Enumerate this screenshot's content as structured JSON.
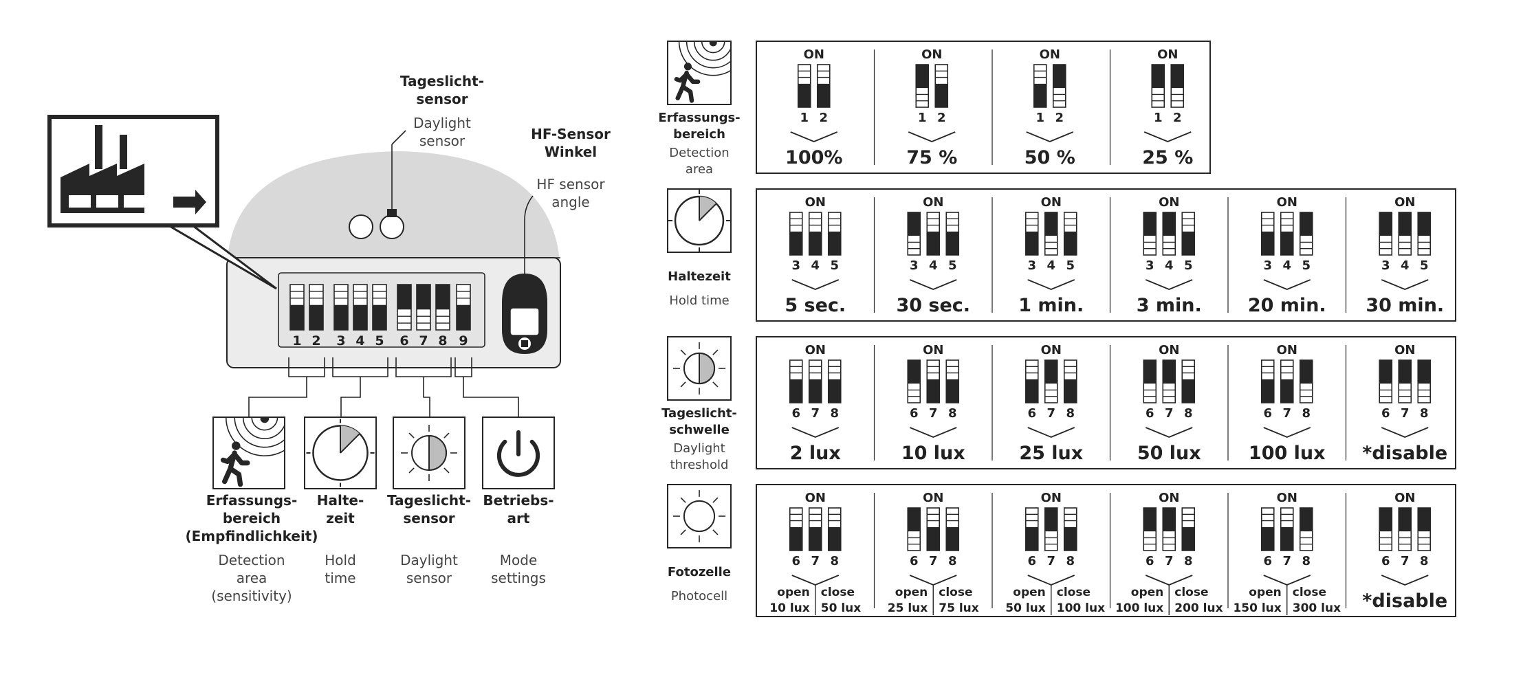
{
  "colors": {
    "ink": "#262626",
    "housing": "#d9d9d9",
    "body": "#ececec",
    "accent": "#bdbdbd"
  },
  "device": {
    "icon": "factory-exit-icon",
    "switch_numbers": [
      "1",
      "2",
      "3",
      "4",
      "5",
      "6",
      "7",
      "8",
      "9"
    ],
    "switch_states": [
      "off",
      "off",
      "off",
      "off",
      "off",
      "on",
      "on",
      "on",
      "off"
    ],
    "daylight_sensor": {
      "title_de_1": "Tageslicht-",
      "title_de_2": "sensor",
      "title_en_1": "Daylight",
      "title_en_2": "sensor"
    },
    "hf_sensor": {
      "title_de_1": "HF-Sensor",
      "title_de_2": "Winkel",
      "title_en_1": "HF sensor",
      "title_en_2": "angle"
    },
    "groups": [
      {
        "icon": "motion-detection-icon",
        "de": [
          "Erfassungs-",
          "bereich",
          "(Empfindlichkeit)"
        ],
        "en": [
          "Detection",
          "area",
          "(sensitivity)"
        ]
      },
      {
        "icon": "clock-icon",
        "de": [
          "Halte-",
          "zeit"
        ],
        "en": [
          "Hold",
          "time"
        ]
      },
      {
        "icon": "sun-half-icon",
        "de": [
          "Tageslicht-",
          "sensor"
        ],
        "en": [
          "Daylight",
          "sensor"
        ]
      },
      {
        "icon": "power-icon",
        "de": [
          "Betriebs-",
          "art"
        ],
        "en": [
          "Mode",
          "settings"
        ]
      }
    ]
  },
  "on_label": "ON",
  "settings": [
    {
      "icon": "motion-detection-icon",
      "de": [
        "Erfassungs-",
        "bereich"
      ],
      "en": [
        "Detection",
        "area"
      ],
      "switch_numbers": [
        "1",
        "2"
      ],
      "options": [
        {
          "states": [
            "off",
            "off"
          ],
          "label": "100%"
        },
        {
          "states": [
            "on",
            "off"
          ],
          "label": "75 %"
        },
        {
          "states": [
            "off",
            "on"
          ],
          "label": "50 %"
        },
        {
          "states": [
            "on",
            "on"
          ],
          "label": "25 %"
        }
      ]
    },
    {
      "icon": "clock-icon",
      "de": [
        "Haltezeit"
      ],
      "en": [
        "Hold time"
      ],
      "switch_numbers": [
        "3",
        "4",
        "5"
      ],
      "options": [
        {
          "states": [
            "off",
            "off",
            "off"
          ],
          "label": "5 sec."
        },
        {
          "states": [
            "on",
            "off",
            "off"
          ],
          "label": "30 sec."
        },
        {
          "states": [
            "off",
            "on",
            "off"
          ],
          "label": "1 min."
        },
        {
          "states": [
            "on",
            "on",
            "off"
          ],
          "label": "3 min."
        },
        {
          "states": [
            "off",
            "off",
            "on"
          ],
          "label": "20 min."
        },
        {
          "states": [
            "on",
            "on",
            "on"
          ],
          "label": "30 min."
        }
      ]
    },
    {
      "icon": "sun-half-icon",
      "de": [
        "Tageslicht-",
        "schwelle"
      ],
      "en": [
        "Daylight",
        "threshold"
      ],
      "switch_numbers": [
        "6",
        "7",
        "8"
      ],
      "options": [
        {
          "states": [
            "off",
            "off",
            "off"
          ],
          "label": "2 lux"
        },
        {
          "states": [
            "on",
            "off",
            "off"
          ],
          "label": "10 lux"
        },
        {
          "states": [
            "off",
            "on",
            "off"
          ],
          "label": "25 lux"
        },
        {
          "states": [
            "on",
            "on",
            "off"
          ],
          "label": "50 lux"
        },
        {
          "states": [
            "off",
            "off",
            "on"
          ],
          "label": "100 lux"
        },
        {
          "states": [
            "on",
            "on",
            "on"
          ],
          "label": "*disable"
        }
      ]
    },
    {
      "icon": "sun-icon",
      "de": [
        "Fotozelle"
      ],
      "en": [
        "Photocell"
      ],
      "switch_numbers": [
        "6",
        "7",
        "8"
      ],
      "options": [
        {
          "states": [
            "off",
            "off",
            "off"
          ],
          "open": "open",
          "close": "close",
          "open_val": "10 lux",
          "close_val": "50 lux"
        },
        {
          "states": [
            "on",
            "off",
            "off"
          ],
          "open": "open",
          "close": "close",
          "open_val": "25 lux",
          "close_val": "75 lux"
        },
        {
          "states": [
            "off",
            "on",
            "off"
          ],
          "open": "open",
          "close": "close",
          "open_val": "50 lux",
          "close_val": "100 lux"
        },
        {
          "states": [
            "on",
            "on",
            "off"
          ],
          "open": "open",
          "close": "close",
          "open_val": "100 lux",
          "close_val": "200 lux"
        },
        {
          "states": [
            "off",
            "off",
            "on"
          ],
          "open": "open",
          "close": "close",
          "open_val": "150 lux",
          "close_val": "300 lux"
        },
        {
          "states": [
            "on",
            "on",
            "on"
          ],
          "label": "*disable"
        }
      ]
    }
  ]
}
